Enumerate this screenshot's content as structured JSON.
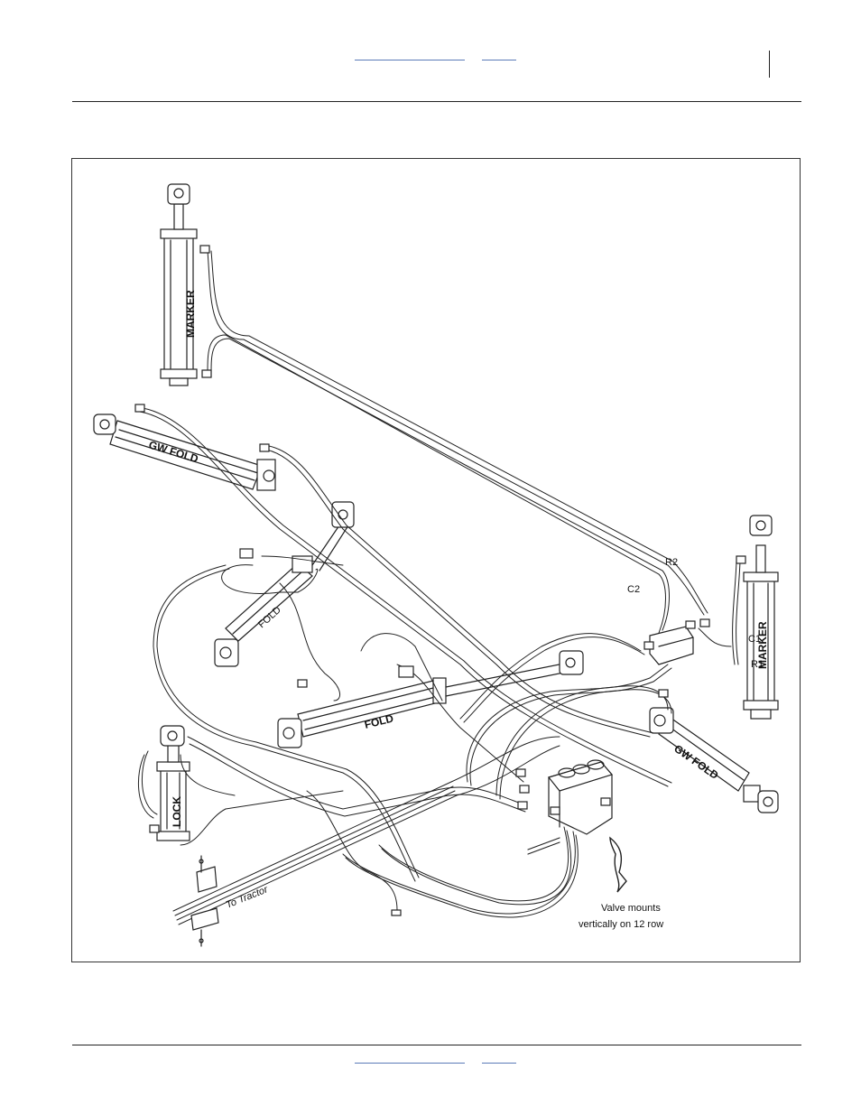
{
  "diagram": {
    "cylinders": {
      "marker_top": "MARKER",
      "marker_right": "MARKER",
      "gw_fold_left": "GW FOLD",
      "gw_fold_right": "GW FOLD",
      "fold_center": "FOLD",
      "fold_left": "FOLD",
      "lock": "LOCK"
    },
    "port_labels": {
      "r2": "R2",
      "c2": "C2",
      "c1": "C1",
      "r1": "R1"
    },
    "to_tractor": "To Tractor",
    "valve_note_line1": "Valve mounts",
    "valve_note_line2": "vertically on 12 row"
  }
}
